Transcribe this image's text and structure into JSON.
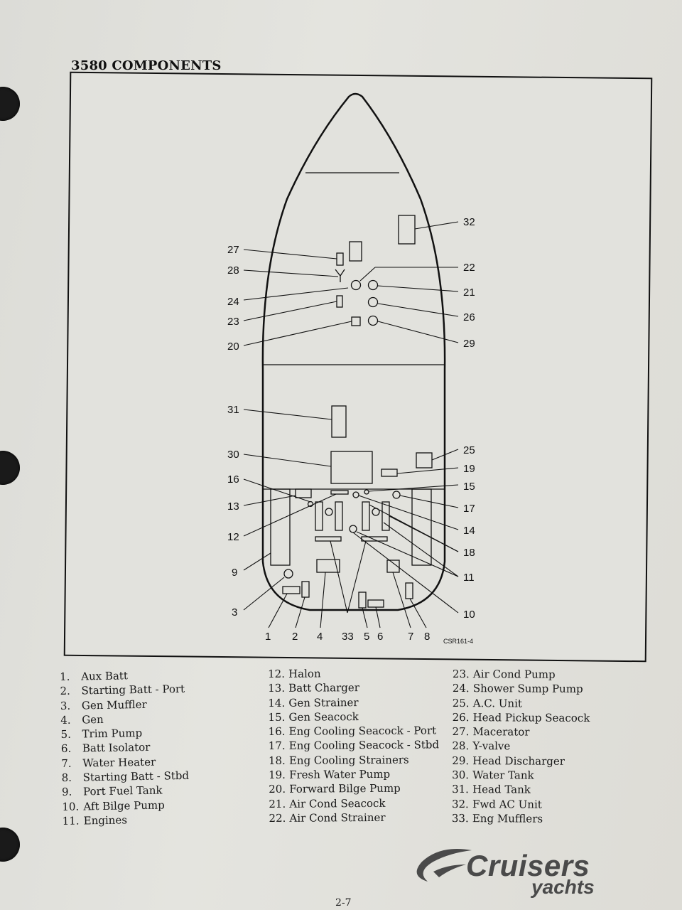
{
  "title": "3580 COMPONENTS",
  "drawing_code": "CSR161-4",
  "page_number": "2-7",
  "brand": {
    "name": "Cruisers",
    "sub": "yachts",
    "color": "#4a4a4a"
  },
  "callouts": {
    "c27": "27",
    "c28": "28",
    "c24": "24",
    "c23": "23",
    "c20": "20",
    "c31": "31",
    "c30": "30",
    "c16": "16",
    "c13": "13",
    "c12": "12",
    "c9": "9",
    "c3": "3",
    "c32": "32",
    "c22": "22",
    "c21": "21",
    "c26": "26",
    "c29": "29",
    "c25": "25",
    "c19": "19",
    "c15": "15",
    "c17": "17",
    "c14": "14",
    "c18": "18",
    "c11": "11",
    "c10": "10",
    "c1": "1",
    "c2": "2",
    "c4": "4",
    "c33": "33",
    "c5": "5",
    "c6": "6",
    "c7": "7",
    "c8": "8"
  },
  "legend": {
    "col1": [
      {
        "num": "1.",
        "label": "Aux Batt"
      },
      {
        "num": "2.",
        "label": "Starting Batt - Port"
      },
      {
        "num": "3.",
        "label": "Gen Muffler"
      },
      {
        "num": "4.",
        "label": "Gen"
      },
      {
        "num": "5.",
        "label": "Trim Pump"
      },
      {
        "num": "6.",
        "label": "Batt Isolator"
      },
      {
        "num": "7.",
        "label": "Water Heater"
      },
      {
        "num": "8.",
        "label": "Starting Batt - Stbd"
      },
      {
        "num": "9.",
        "label": "Port Fuel Tank"
      },
      {
        "num": "10.",
        "label": "Aft Bilge Pump"
      },
      {
        "num": "11.",
        "label": "Engines"
      }
    ],
    "col2": [
      {
        "num": "12.",
        "label": "Halon"
      },
      {
        "num": "13.",
        "label": "Batt Charger"
      },
      {
        "num": "14.",
        "label": "Gen Strainer"
      },
      {
        "num": "15.",
        "label": "Gen Seacock"
      },
      {
        "num": "16.",
        "label": "Eng Cooling Seacock - Port"
      },
      {
        "num": "17.",
        "label": "Eng Cooling Seacock - Stbd"
      },
      {
        "num": "18.",
        "label": "Eng Cooling Strainers"
      },
      {
        "num": "19.",
        "label": "Fresh Water Pump"
      },
      {
        "num": "20.",
        "label": "Forward Bilge Pump"
      },
      {
        "num": "21.",
        "label": "Air Cond Seacock"
      },
      {
        "num": "22.",
        "label": "Air Cond Strainer"
      }
    ],
    "col3": [
      {
        "num": "23.",
        "label": "Air Cond Pump"
      },
      {
        "num": "24.",
        "label": "Shower Sump Pump"
      },
      {
        "num": "25.",
        "label": "A.C. Unit"
      },
      {
        "num": "26.",
        "label": "Head Pickup Seacock"
      },
      {
        "num": "27.",
        "label": "Macerator"
      },
      {
        "num": "28.",
        "label": "Y-valve"
      },
      {
        "num": "29.",
        "label": "Head Discharger"
      },
      {
        "num": "30.",
        "label": "Water Tank"
      },
      {
        "num": "31.",
        "label": "Head Tank"
      },
      {
        "num": "32.",
        "label": "Fwd AC Unit"
      },
      {
        "num": "33.",
        "label": "Eng Mufflers"
      }
    ]
  }
}
